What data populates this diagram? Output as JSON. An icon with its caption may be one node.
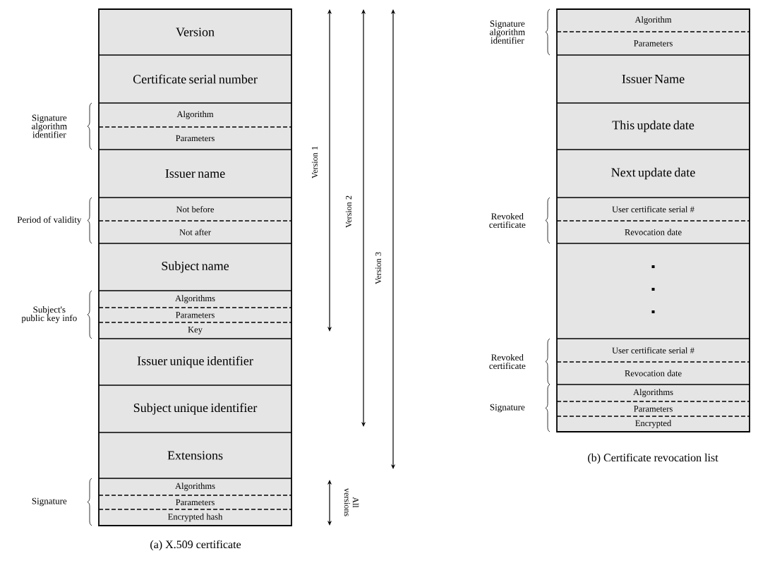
{
  "diagram": {
    "nodes": [
      {
        "text": [
          "Version"
        ]
      },
      {
        "text": [
          "Certificate serial number"
        ]
      },
      {
        "text": [
          "Algorithm"
        ]
      },
      {
        "text": [
          "Parameters"
        ]
      },
      {
        "text": [
          "Issuer name"
        ]
      },
      {
        "text": [
          "Not before"
        ]
      },
      {
        "text": [
          "Not after"
        ]
      },
      {
        "text": [
          "Subject name"
        ]
      },
      {
        "text": [
          "Algorithms"
        ]
      },
      {
        "text": [
          "Parameters"
        ]
      },
      {
        "text": [
          "Key"
        ]
      },
      {
        "text": [
          "Issuer unique identifier"
        ]
      },
      {
        "text": [
          "Subject unique identifier"
        ]
      },
      {
        "text": [
          "Extensions"
        ]
      },
      {
        "text": [
          "Algorithms"
        ]
      },
      {
        "text": [
          "Parameters"
        ]
      },
      {
        "text": [
          "Encrypted hash"
        ]
      },
      {
        "text": [
          "Algorithm"
        ]
      },
      {
        "text": [
          "Parameters"
        ]
      },
      {
        "text": [
          "Issuer Name"
        ]
      },
      {
        "text": [
          "This update date"
        ]
      },
      {
        "text": [
          "Next update date"
        ]
      },
      {
        "text": [
          "User certificate serial #"
        ]
      },
      {
        "text": [
          "Revocation date"
        ]
      },
      {
        "text": [],
        "shape": "box"
      },
      {
        "text": [
          "User certificate serial #"
        ]
      },
      {
        "text": [
          "Revocation date"
        ]
      },
      {
        "text": [
          "Algorithms"
        ]
      },
      {
        "text": [
          "Parameters"
        ]
      },
      {
        "text": [
          "Encrypted"
        ]
      }
    ],
    "labels": [
      "Signature algorithm identifier",
      "Version 1",
      "Version 2",
      "Version 3",
      "Period of validity",
      "Subject's public key info",
      "Signature",
      "All versions",
      "(a) X.509 certificate",
      "Signature algorithm identifier",
      "Revoked certificate",
      "Revoked certificate",
      "Signature",
      "(b) Certificate revocation list"
    ]
  }
}
